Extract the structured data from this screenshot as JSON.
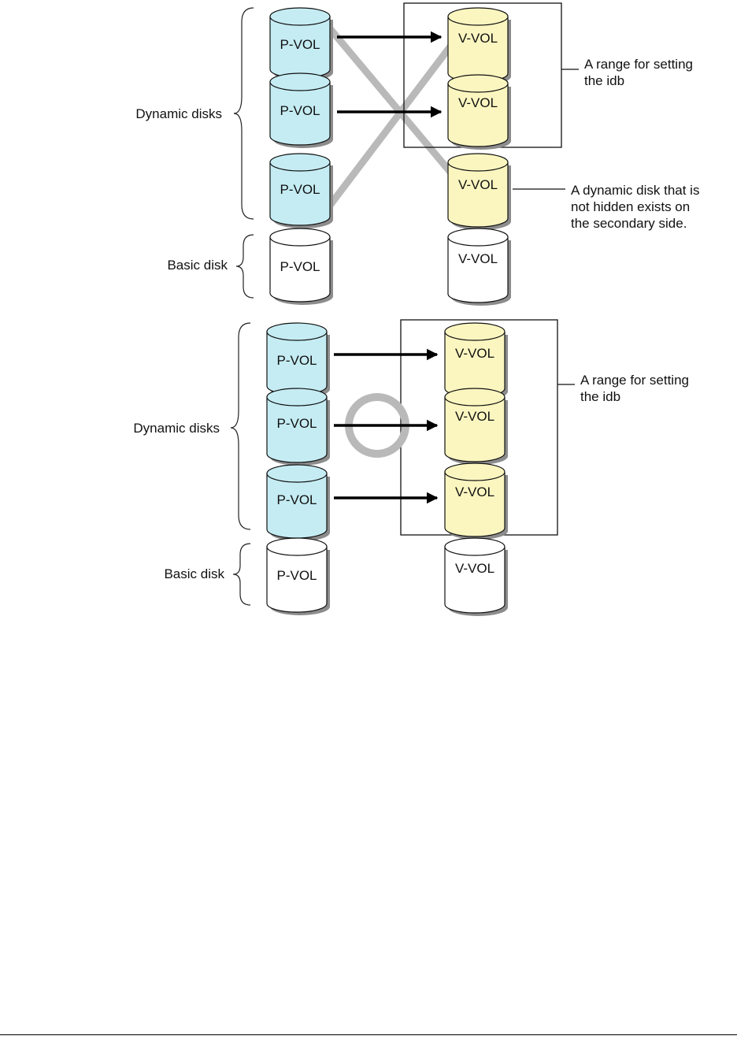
{
  "colors": {
    "pvol_dynamic": "#c5ecf3",
    "vvol_dynamic": "#fbf6c0",
    "basic": "#ffffff",
    "outline": "#111111",
    "shadow": "#8c8c8c",
    "cross_mark": "#b9b9b9",
    "circle_mark": "#b9b9b9"
  },
  "icons": {
    "cross_mark": "cross-mark-icon",
    "circle_mark": "circle-mark-icon"
  },
  "labels": {
    "dynamic_disks": "Dynamic disks",
    "basic_disk": "Basic disk",
    "pvol": "P-VOL",
    "vvol": "V-VOL"
  },
  "top_figure": {
    "range_note": [
      "A range for setting",
      "the idb"
    ],
    "hidden_note": [
      "A dynamic disk that is",
      "not hidden exists on",
      "the secondary side."
    ]
  },
  "bottom_figure": {
    "range_note": [
      "A range for setting",
      "the idb"
    ]
  }
}
